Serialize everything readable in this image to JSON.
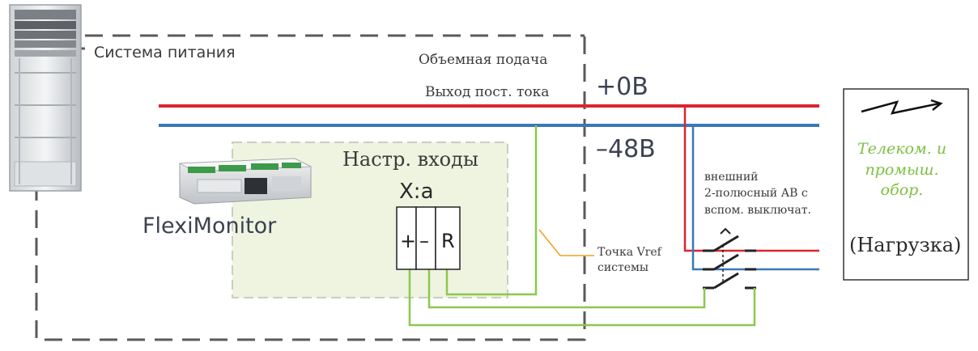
{
  "labels": {
    "power_system": "Система питания",
    "bulk_feed": "Объемная подача",
    "dc_output": "Выход пост. тока",
    "plus_zero": "+0В",
    "minus_48": "–48В",
    "config_inputs": "Настр. входы",
    "x_a": "X:a",
    "flexi_monitor": "FlexiMonitor",
    "vref_line1": "Точка Vref",
    "vref_line2": "системы",
    "breaker_line1": "внешний",
    "breaker_line2": "2-полюсный АВ с",
    "breaker_line3": "вспом.  выключат.",
    "telecom_line1": "Телеком. и",
    "telecom_line2": "промыш.",
    "telecom_line3": "обор.",
    "load": "(Нагрузка)"
  },
  "terminals": {
    "plus": "+",
    "minus": "–",
    "r": "R"
  },
  "colors": {
    "positive_bus": "#d9262e",
    "negative_bus": "#3a78b8",
    "sense_wire": "#8cc84b",
    "vref_leader": "#f0a020",
    "dashed_border": "#5a5a5a",
    "monitor_area": "#eef4e0",
    "telecom_text": "#7dc042"
  },
  "icons": [
    "equipment-rack-icon",
    "flexi-monitor-device-icon",
    "lightning-bolt-icon",
    "breaker-switch-icon"
  ]
}
